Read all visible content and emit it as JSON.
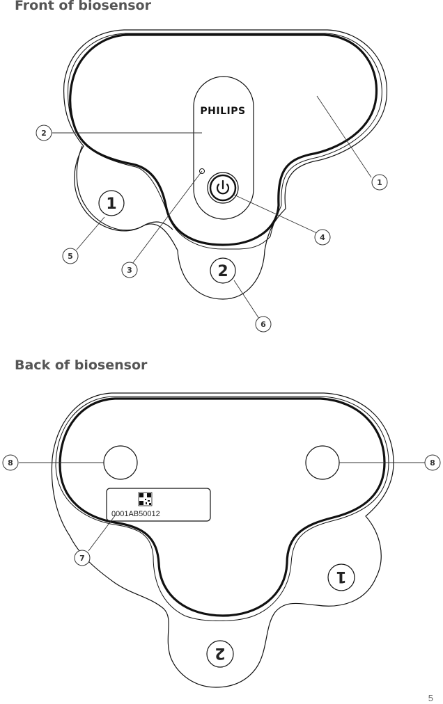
{
  "headings": {
    "front": "Front of biosensor",
    "back": "Back of biosensor"
  },
  "front": {
    "brand": "PHILIPS",
    "power_icon": "power-icon",
    "pad_numbers": [
      "1",
      "2"
    ],
    "callouts": [
      "1",
      "2",
      "3",
      "4",
      "5",
      "6"
    ]
  },
  "back": {
    "serial": "0001AB50012",
    "qr_icon": "qr-code-icon",
    "pad_numbers": [
      "1",
      "2"
    ],
    "callouts": [
      "7",
      "8",
      "8"
    ]
  },
  "page_number": "5",
  "colors": {
    "heading": "#555555",
    "outline": "#111111"
  }
}
